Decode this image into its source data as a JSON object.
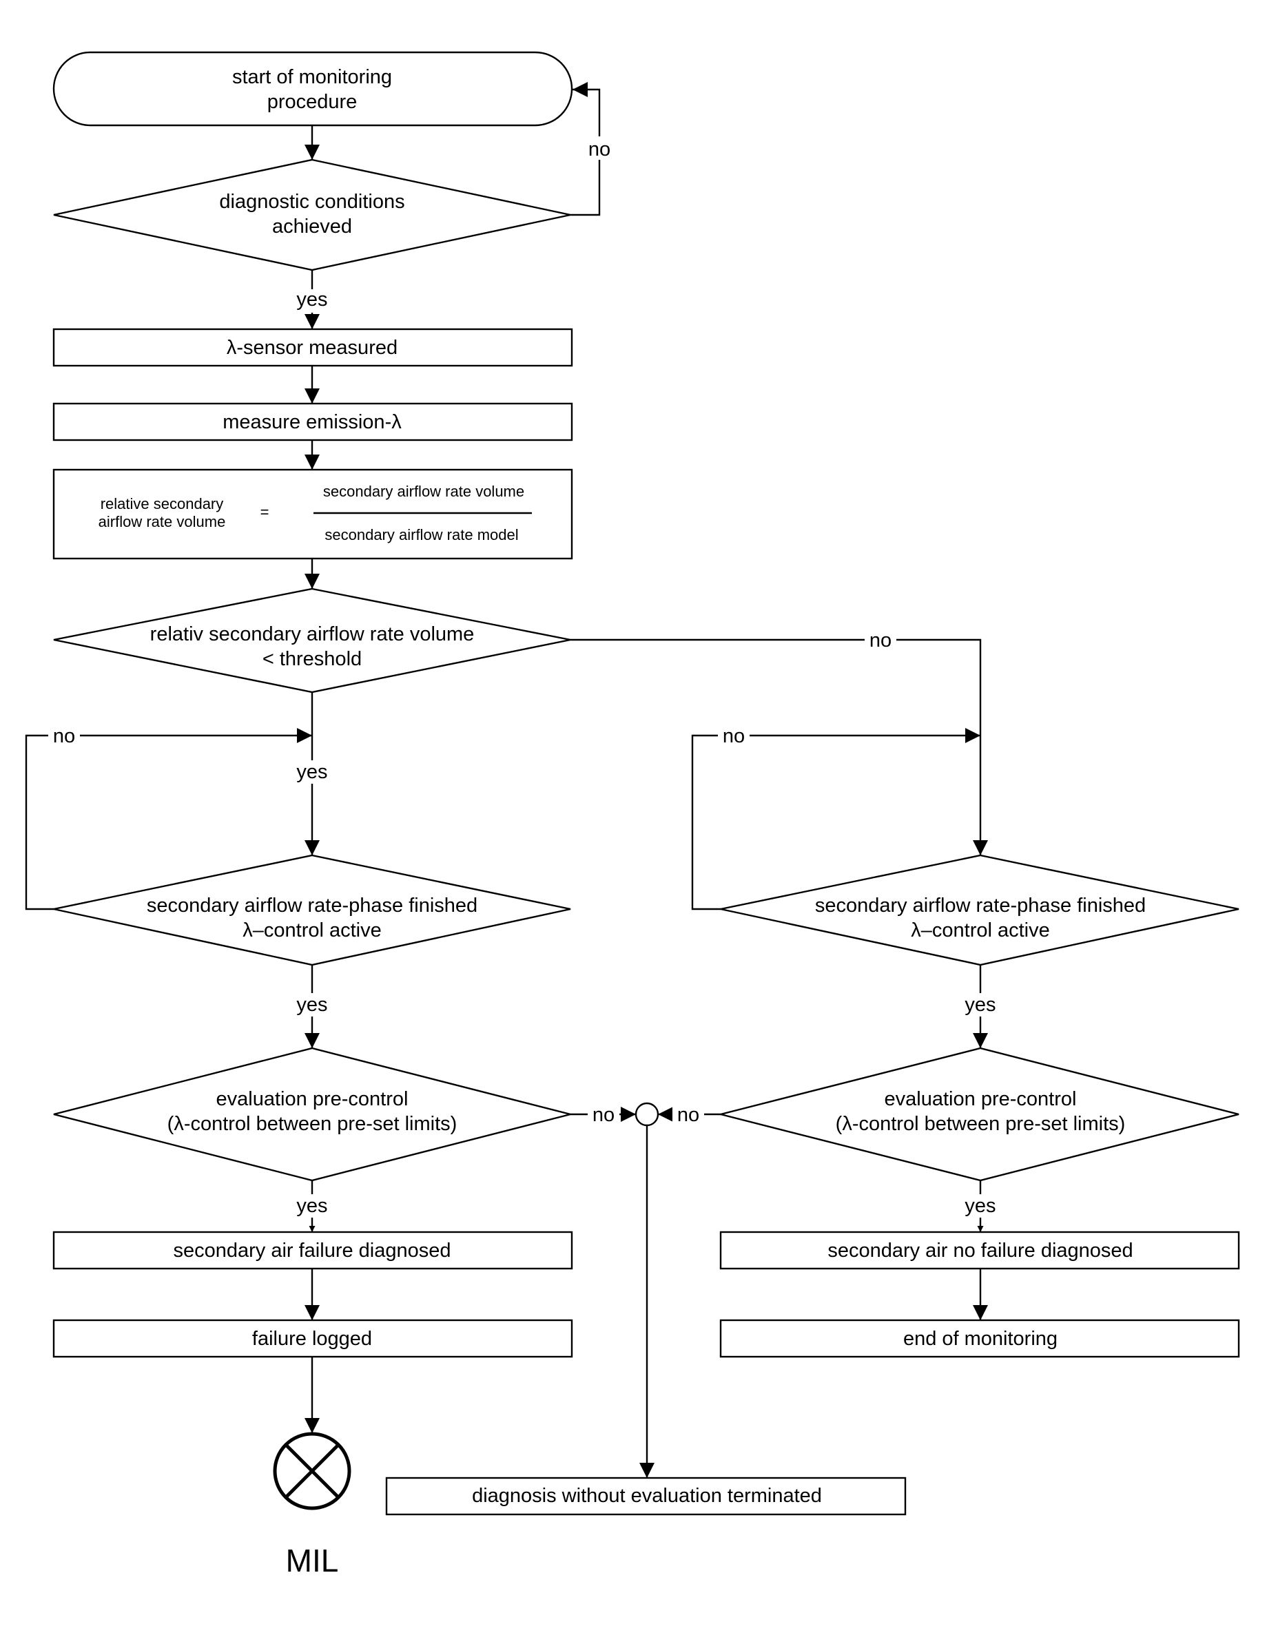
{
  "nodes": {
    "start": [
      "start of monitoring",
      "procedure"
    ],
    "diag_conditions": [
      "diagnostic conditions",
      "achieved"
    ],
    "lambda_sensor": "λ-sensor measured",
    "measure_emission": "measure emission-λ",
    "formula": {
      "lhs": [
        "relative secondary",
        "airflow rate volume"
      ],
      "equals": "=",
      "numerator": "secondary airflow rate volume",
      "denominator": "secondary airflow rate model"
    },
    "threshold": [
      "relativ secondary airflow rate volume",
      "< threshold"
    ],
    "phase_left": [
      "secondary airflow rate-phase finished",
      "λ–control active"
    ],
    "phase_right": [
      "secondary airflow rate-phase finished",
      "λ–control active"
    ],
    "eval_left": [
      "evaluation pre-control",
      "(λ-control between pre-set limits)"
    ],
    "eval_right": [
      "evaluation pre-control",
      "(λ-control between pre-set limits)"
    ],
    "failure_diagnosed": "secondary air failure diagnosed",
    "no_failure_diagnosed": "secondary air no failure diagnosed",
    "failure_logged": "failure logged",
    "end_monitoring": "end of monitoring",
    "terminated": "diagnosis without evaluation terminated",
    "mil": "MIL"
  },
  "flow_labels": {
    "diag_no": "no",
    "diag_yes": "yes",
    "threshold_no": "no",
    "left_loop_no": "no",
    "threshold_yes": "yes",
    "right_loop_no": "no",
    "phase_left_yes": "yes",
    "phase_right_yes": "yes",
    "eval_left_no": "no",
    "eval_right_no": "no",
    "eval_left_yes": "yes",
    "eval_right_yes": "yes"
  }
}
